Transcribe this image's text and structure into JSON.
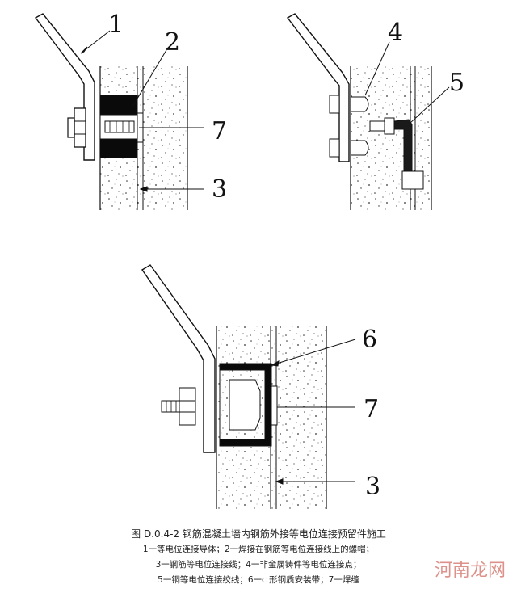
{
  "figure_1": {
    "labels": [
      "1",
      "2",
      "7",
      "3"
    ]
  },
  "figure_2": {
    "labels": [
      "4",
      "5"
    ]
  },
  "figure_3": {
    "labels": [
      "6",
      "7",
      "3"
    ]
  },
  "caption": {
    "title": "图 D.0.4-2    钢筋混凝土墙内钢筋外接等电位连接预留件施工",
    "legend_lines": [
      "1一等电位连接导体；2一焊接在钢筋等电位连接线上的螺帽；",
      "3一钢筋等电位连接线；4一非金属铸件等电位连接点；",
      "5一铜等电位连接绞线；6一c 形钢质安装带；7一焊缝"
    ]
  },
  "watermark": "河南龙网",
  "colors": {
    "line": "#111111",
    "fill_dark": "#0a0a0a",
    "watermark": "#c0392b"
  }
}
